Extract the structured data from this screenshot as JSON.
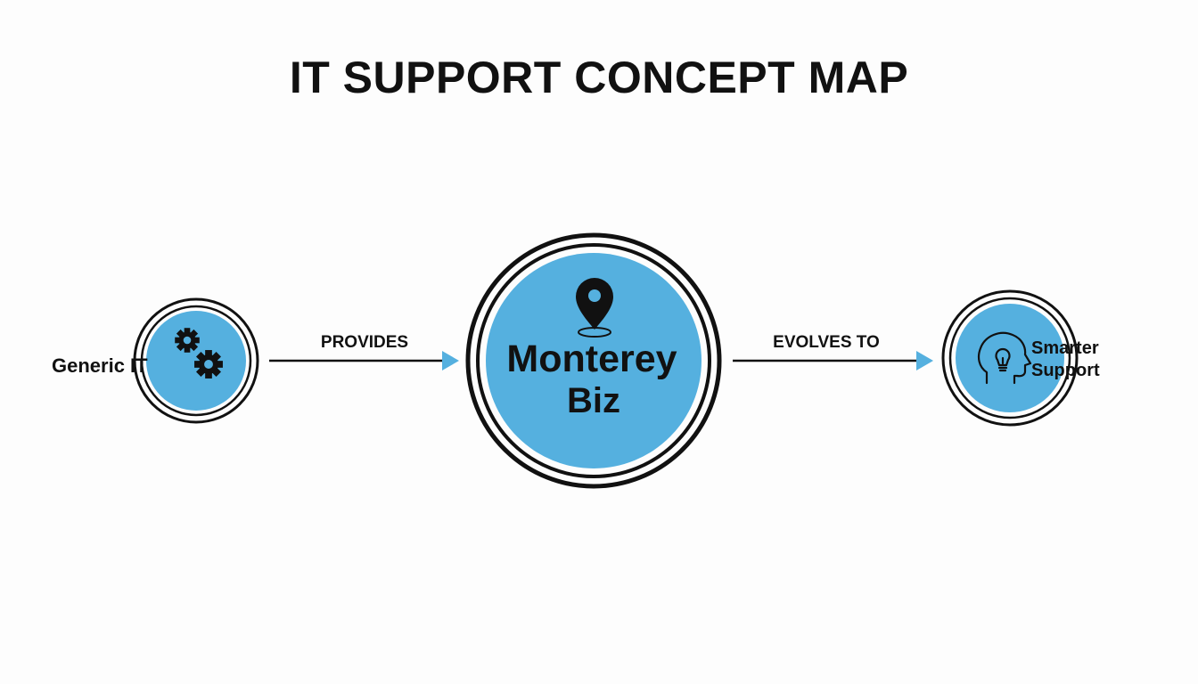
{
  "title": "IT SUPPORT CONCEPT MAP",
  "colors": {
    "accent": "#55b0df",
    "ink": "#111111",
    "background": "#fdfdfd"
  },
  "nodes": {
    "generic": {
      "label": "Generic IT",
      "icon": "gears-icon"
    },
    "center": {
      "line1": "Monterey",
      "line2": "Biz",
      "icon": "map-pin-icon"
    },
    "smarter": {
      "line1": "Smarter",
      "line2": "Support",
      "icon": "head-lightbulb-icon"
    }
  },
  "edges": {
    "provides": "PROVIDES",
    "evolves": "EVOLVES TO"
  }
}
